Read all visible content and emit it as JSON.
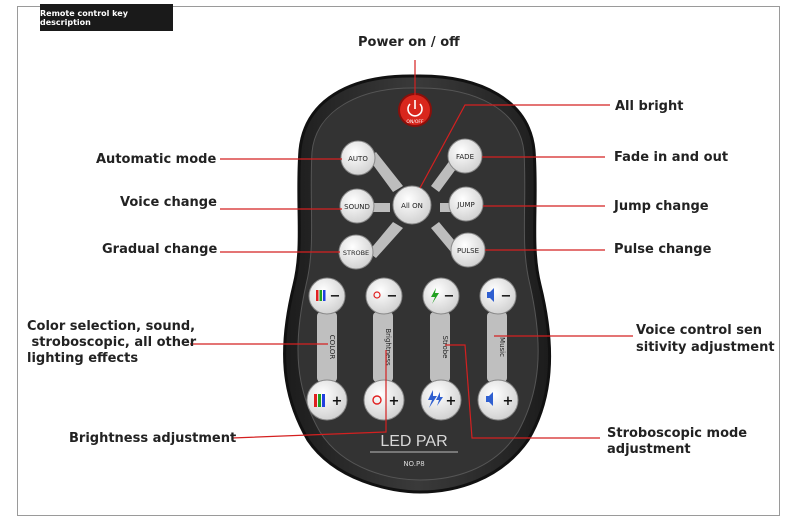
{
  "header": {
    "title": "Remote control key description"
  },
  "labels": {
    "power": "Power on / off",
    "all_bright": "All bright",
    "automatic_mode": "Automatic mode",
    "fade": "Fade in and out",
    "voice_change": "Voice change",
    "jump_change": "Jump change",
    "gradual_change": "Gradual change",
    "pulse_change": "Pulse change",
    "color_selection_1": "Color selection, sound,",
    "color_selection_2": " stroboscopic, all other",
    "color_selection_3": "lighting effects",
    "voice_control_1": "Voice control sen",
    "voice_control_2": "sitivity adjustment",
    "brightness_adjustment": "Brightness adjustment",
    "strobe_mode_1": "Stroboscopic mode",
    "strobe_mode_2": "adjustment"
  },
  "remote": {
    "power_key": "ON/OFF",
    "auto_key": "AUTO",
    "fade_key": "FADE",
    "sound_key": "SOUND",
    "all_on_key": "All ON",
    "jump_key": "JUMP",
    "strobe_key": "STROBE",
    "pulse_key": "PULSE",
    "slider_color": "COLOR",
    "slider_brightness": "Brightness",
    "slider_strobe": "Strobe",
    "slider_music": "Music",
    "minus_sign": "−",
    "plus_sign": "+",
    "brand": "LED PAR",
    "model": "NO.P8"
  },
  "colors": {
    "accent_line": "#d42020",
    "remote_body": "#2d2d2d",
    "power_button": "#d9261c"
  }
}
